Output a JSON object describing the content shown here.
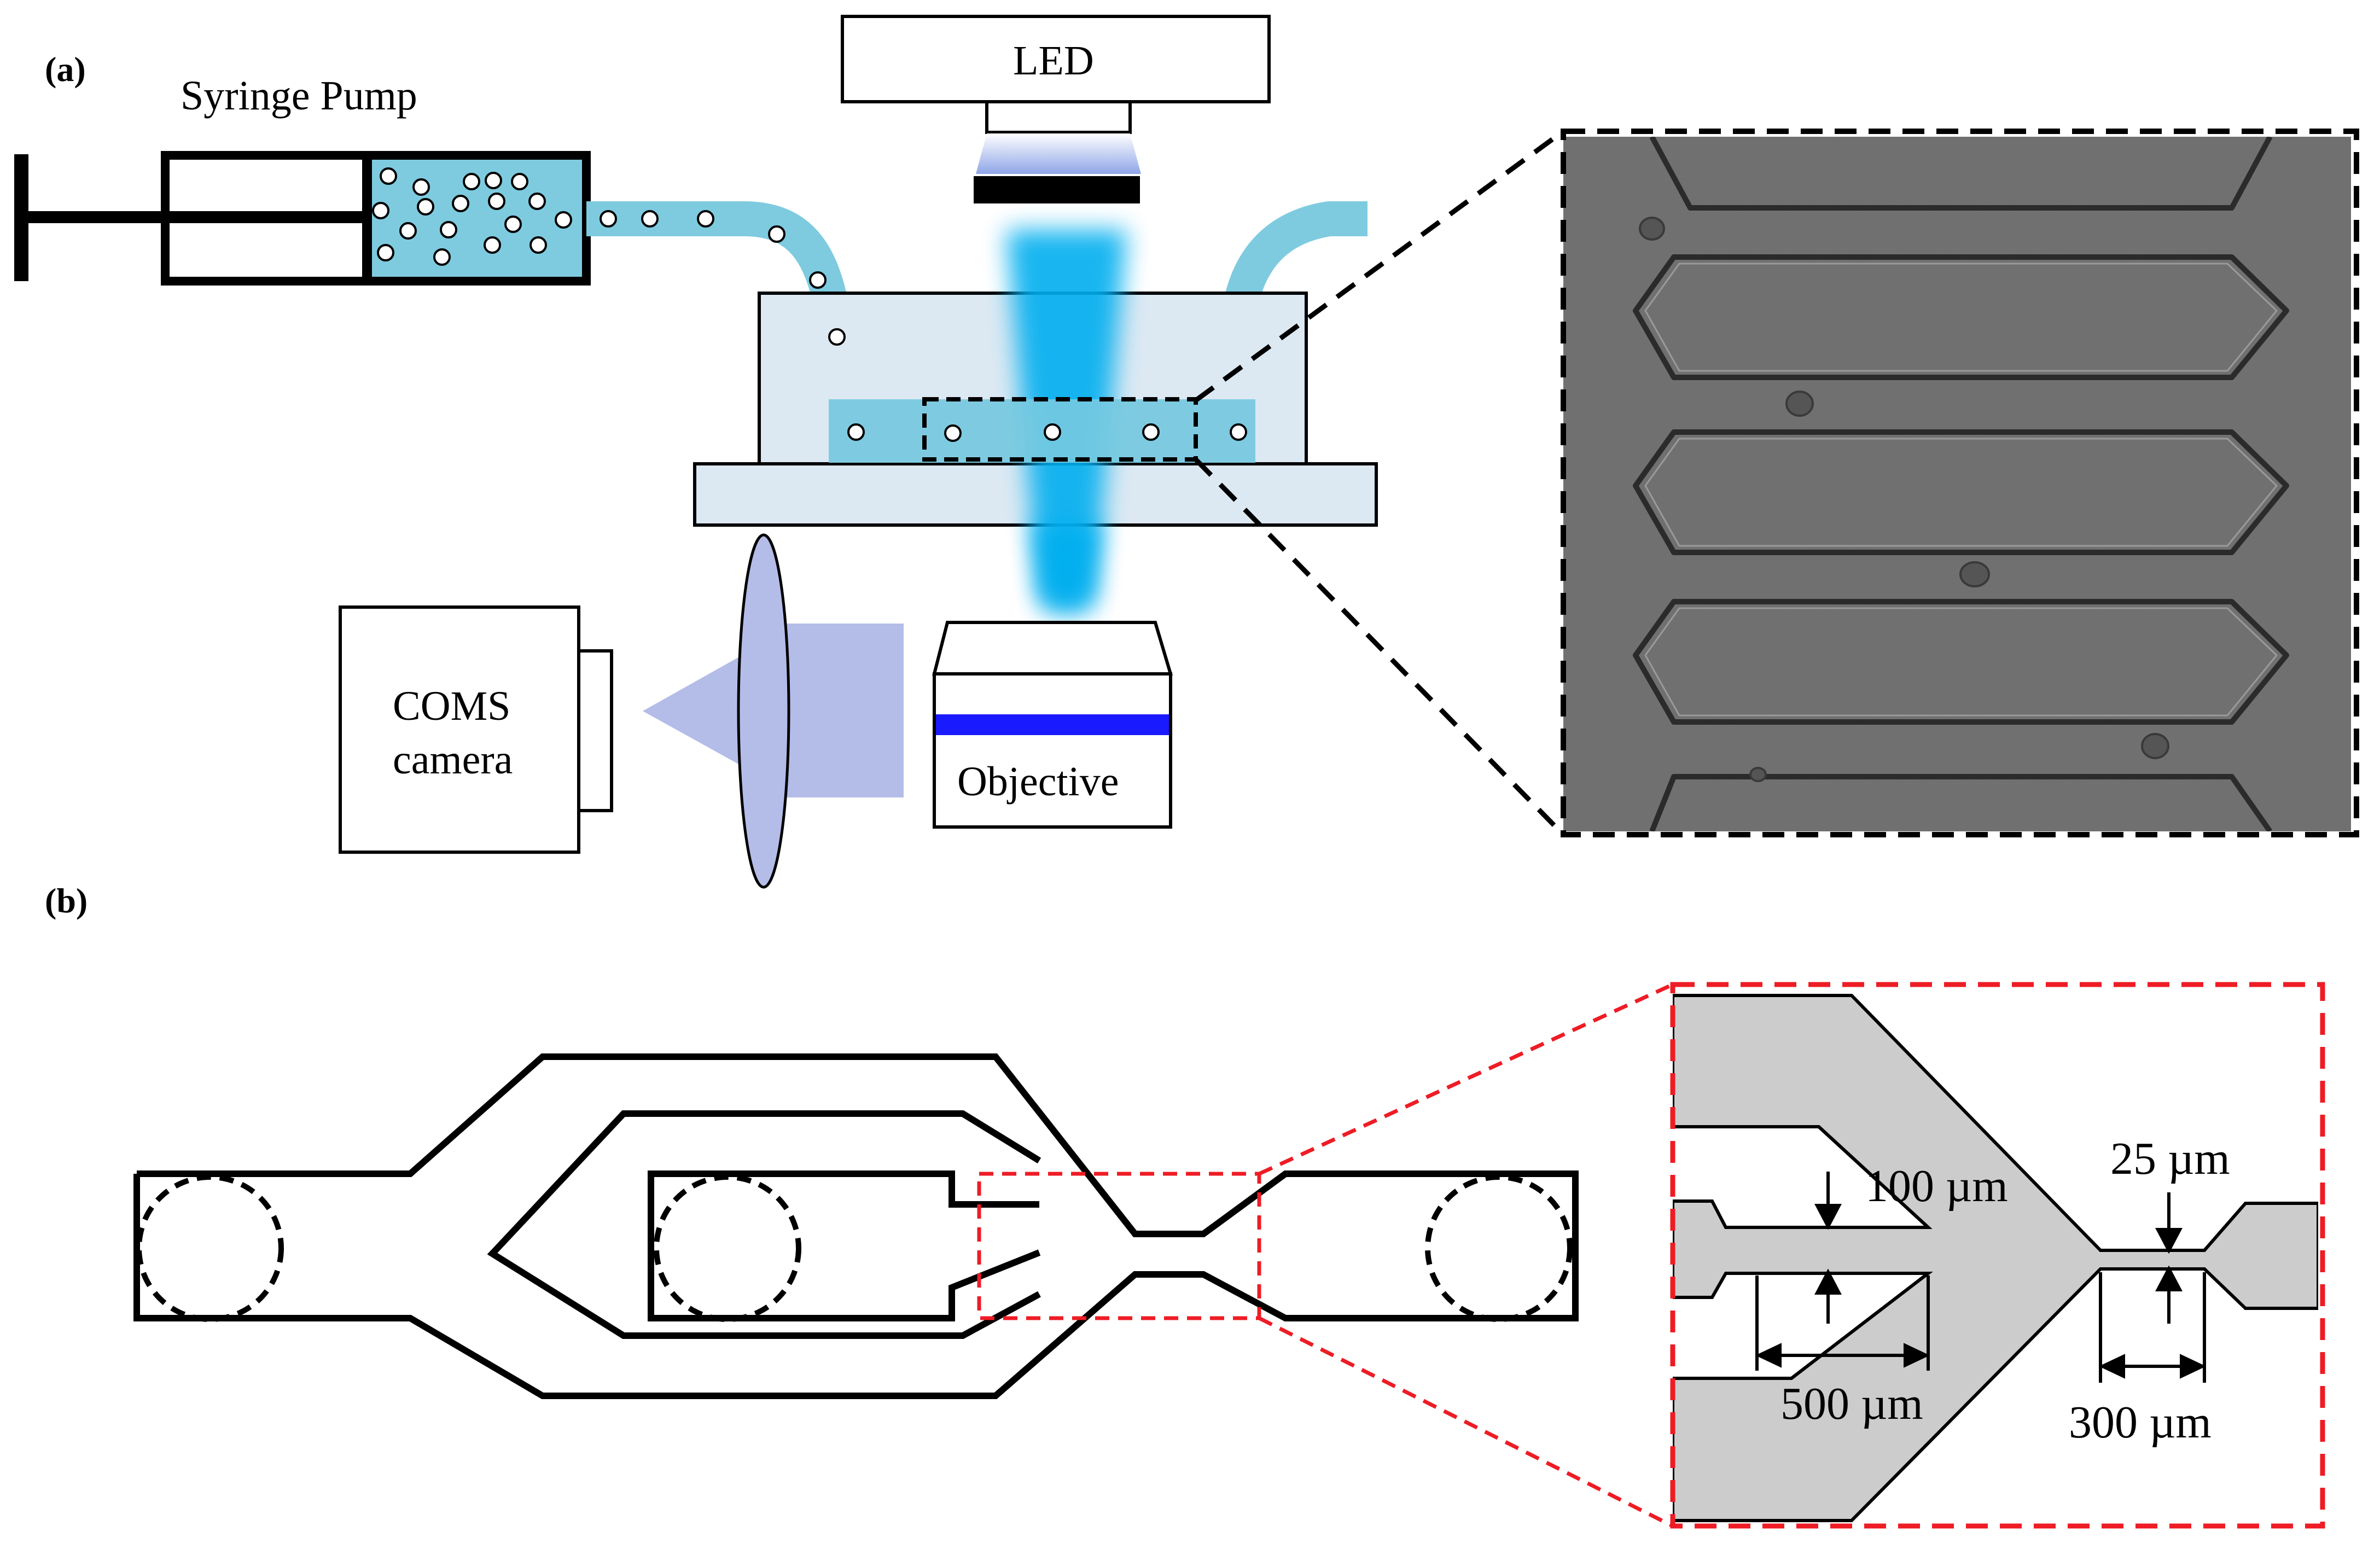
{
  "panels": {
    "a": {
      "label": "(a)",
      "syringe_pump": "Syringe Pump",
      "led": "LED",
      "camera_line1": "COMS",
      "camera_line2": "camera",
      "objective": "Objective"
    },
    "b": {
      "label": "(b)",
      "dim_gap": "100 µm",
      "dim_constriction_width": "25 µm",
      "dim_channel_length": "500 µm",
      "dim_constriction_length": "300 µm"
    }
  },
  "colors": {
    "fluid": "#7ecbe0",
    "chip": "#dce9f3",
    "led_light": "#00aeef",
    "lens": "#b3bde8",
    "filter": "#1a1aff",
    "zoom_box_a": "#000000",
    "zoom_box_b": "#ee1c25",
    "microscope_bg": "#6f6f6f",
    "channel_fill": "#cccccc"
  }
}
